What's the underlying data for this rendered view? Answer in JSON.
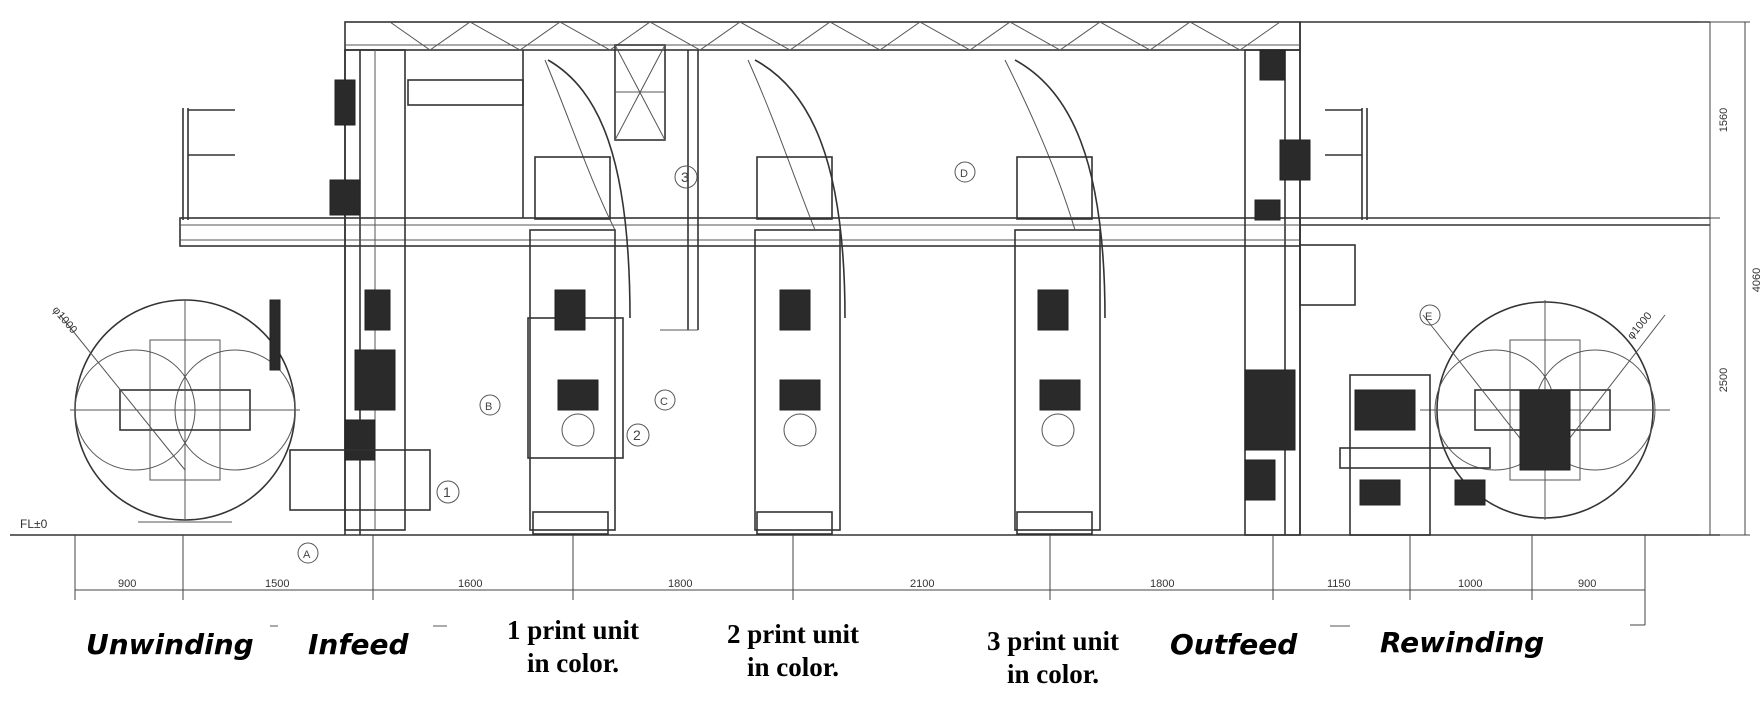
{
  "ground_label": "FL±0",
  "dimensions": {
    "bottom": [
      "900",
      "1500",
      "1600",
      "1800",
      "2100",
      "1800",
      "1150",
      "1000",
      "900"
    ],
    "right": [
      "1560",
      "4060",
      "2500"
    ],
    "diameters": [
      "φ1000",
      "φ1000"
    ]
  },
  "callouts": {
    "one": "1",
    "two": "2",
    "three": "3",
    "a": "A",
    "b": "B",
    "c": "C",
    "d": "D",
    "e": "E"
  },
  "sections": {
    "unwinding": "Unwinding",
    "infeed": "Infeed",
    "print1_line1": "1 print unit",
    "print1_line2": "in color.",
    "print2_line1": "2 print unit",
    "print2_line2": "in color.",
    "print3_line1": "3 print unit",
    "print3_line2": "in color.",
    "outfeed": "Outfeed",
    "rewinding": "Rewinding"
  }
}
